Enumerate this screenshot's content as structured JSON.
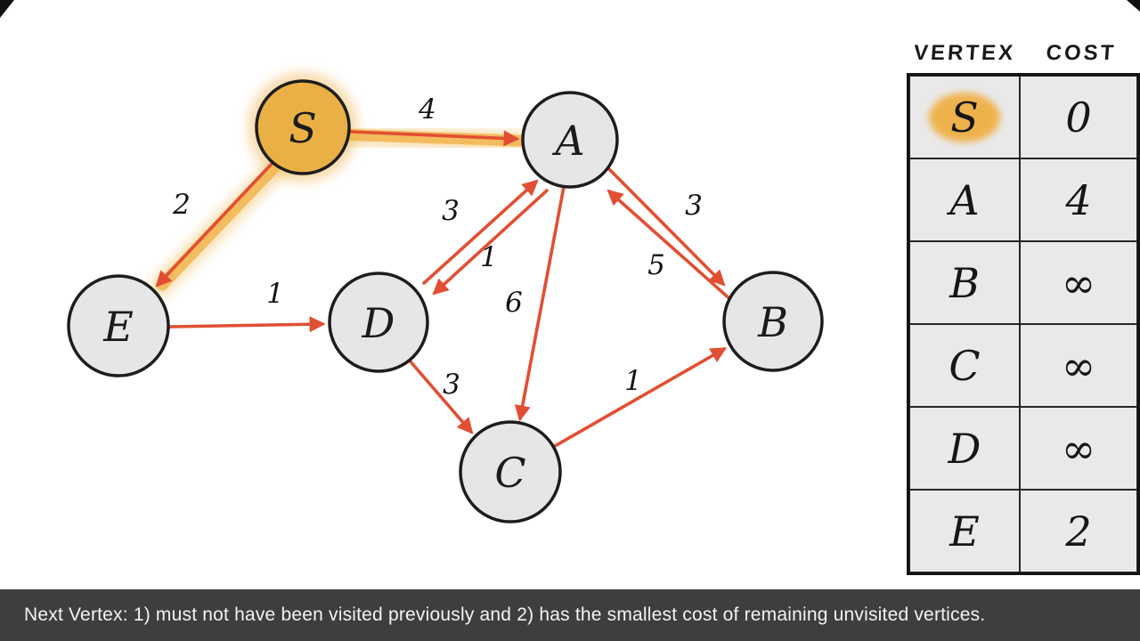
{
  "caption": "Next Vertex: 1) must not have been visited previously and 2) has the smallest cost of remaining unvisited vertices.",
  "colors": {
    "edge_red": "#e14f33",
    "highlight_orange": "#efb148",
    "node_fill": "#e6e6e6",
    "node_stroke": "#1d1d1d",
    "start_node_fill": "#eab045",
    "caption_bg": "#3e3e3e",
    "table_cell_bg": "#e9e9e9"
  },
  "graph": {
    "nodes": [
      {
        "id": "S",
        "label": "S",
        "highlighted": true,
        "note": "start vertex, orange highlight"
      },
      {
        "id": "A",
        "label": "A"
      },
      {
        "id": "B",
        "label": "B"
      },
      {
        "id": "C",
        "label": "C"
      },
      {
        "id": "D",
        "label": "D"
      },
      {
        "id": "E",
        "label": "E"
      }
    ],
    "edges": [
      {
        "from": "S",
        "to": "A",
        "weight": "4",
        "highlighted": true
      },
      {
        "from": "S",
        "to": "E",
        "weight": "2",
        "highlighted": true
      },
      {
        "from": "E",
        "to": "D",
        "weight": "1"
      },
      {
        "from": "D",
        "to": "A",
        "weight": "3"
      },
      {
        "from": "A",
        "to": "D",
        "weight": "1"
      },
      {
        "from": "A",
        "to": "C",
        "weight": "6"
      },
      {
        "from": "A",
        "to": "B",
        "weight": "3"
      },
      {
        "from": "B",
        "to": "A",
        "weight": "5"
      },
      {
        "from": "D",
        "to": "C",
        "weight": "3"
      },
      {
        "from": "C",
        "to": "B",
        "weight": "1"
      }
    ]
  },
  "table": {
    "headers": [
      "VERTEX",
      "COST"
    ],
    "rows": [
      {
        "vertex": "S",
        "cost": "0",
        "highlighted": true
      },
      {
        "vertex": "A",
        "cost": "4"
      },
      {
        "vertex": "B",
        "cost": "∞"
      },
      {
        "vertex": "C",
        "cost": "∞"
      },
      {
        "vertex": "D",
        "cost": "∞"
      },
      {
        "vertex": "E",
        "cost": "2"
      }
    ]
  }
}
